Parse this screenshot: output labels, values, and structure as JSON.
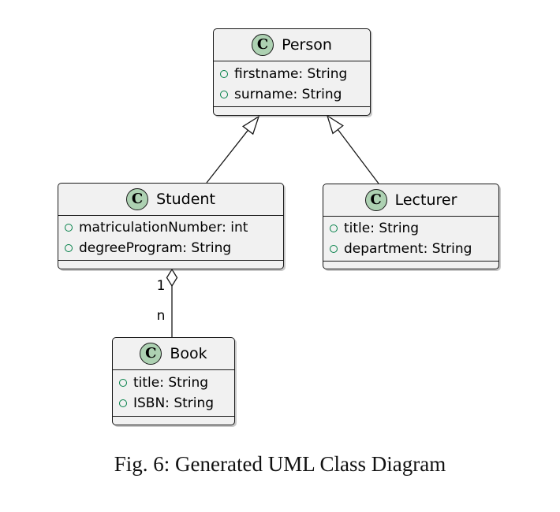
{
  "figure": {
    "caption": "Fig. 6: Generated UML Class Diagram"
  },
  "diagram": {
    "type": "uml-class-diagram",
    "classes": [
      {
        "name": "Person",
        "stereotype_letter": "C",
        "attributes": [
          "firstname: String",
          "surname: String"
        ],
        "methods": []
      },
      {
        "name": "Student",
        "stereotype_letter": "C",
        "attributes": [
          "matriculationNumber: int",
          "degreeProgram: String"
        ],
        "methods": []
      },
      {
        "name": "Lecturer",
        "stereotype_letter": "C",
        "attributes": [
          "title: String",
          "department: String"
        ],
        "methods": []
      },
      {
        "name": "Book",
        "stereotype_letter": "C",
        "attributes": [
          "title: String",
          "ISBN: String"
        ],
        "methods": []
      }
    ],
    "relationships": [
      {
        "type": "inheritance",
        "from": "Student",
        "to": "Person"
      },
      {
        "type": "inheritance",
        "from": "Lecturer",
        "to": "Person"
      },
      {
        "type": "aggregation",
        "from": "Student",
        "to": "Book",
        "from_multiplicity": "1",
        "to_multiplicity": "n"
      }
    ],
    "colors": {
      "box_fill": "#F1F1F1",
      "box_border": "#181818",
      "class_icon_fill": "#ADD1B2",
      "field_bullet": "#038048",
      "line": "#181818",
      "text": "#000000"
    }
  }
}
